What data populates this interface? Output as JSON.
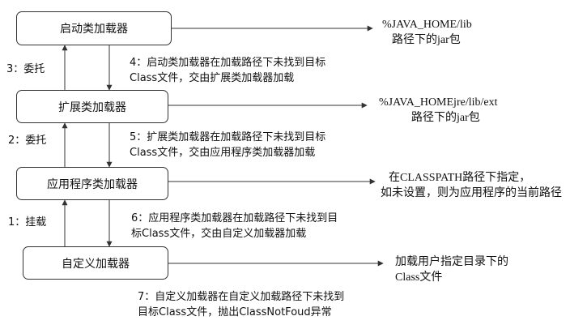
{
  "boxes": {
    "bootstrap": "启动类加载器",
    "extension": "扩展类加载器",
    "application": "应用程序类加载器",
    "custom": "自定义加载器"
  },
  "left_labels": {
    "delegate_top": "3：委托",
    "delegate_mid": "2：委托",
    "mount": "1：挂载"
  },
  "steps": {
    "step4": [
      "4：启动类加载器在加载路径下未找到目标",
      "Class文件，交由扩展类加载器加载"
    ],
    "step5": [
      "5：扩展类加载器在加载路径下未找到目标",
      "Class文件，交由应用程序类加载器加载"
    ],
    "step6": [
      "6：应用程序类加载器在加载路径下未找到目",
      "标Class文件，交由自定义加载器加载"
    ],
    "step7": [
      "7：自定义加载器在自定义加载路径下未找到",
      "目标Class文件，抛出ClassNotFoud异常"
    ]
  },
  "paths": {
    "bootstrap": [
      "%JAVA_HOME/lib",
      "路径下的jar包"
    ],
    "extension": [
      "%JAVA_HOMEjre/lib/ext",
      "路径下的jar包"
    ],
    "application": [
      "在CLASSPATH路径下指定，",
      "如未设置，则为应用程序的当前路径"
    ],
    "custom": [
      "加载用户指定目录下的",
      "Class文件"
    ]
  },
  "colors": {
    "line": "#333333",
    "text": "#111111",
    "background": "#ffffff"
  }
}
